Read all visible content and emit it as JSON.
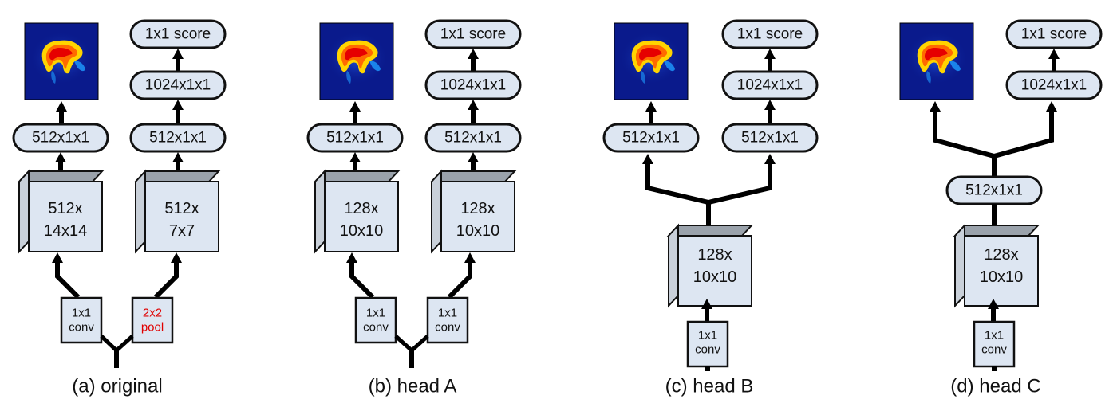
{
  "panels": [
    {
      "caption": "(a) original",
      "score": "1x1 score",
      "fc1024": "1024x1x1",
      "left_fc": "512x1x1",
      "right_fc": "512x1x1",
      "left_cube": [
        "512x",
        "14x14"
      ],
      "right_cube": [
        "512x",
        "7x7"
      ],
      "left_op": [
        "1x1",
        "conv"
      ],
      "right_op": [
        "2x2",
        "pool"
      ]
    },
    {
      "caption": "(b) head A",
      "score": "1x1 score",
      "fc1024": "1024x1x1",
      "left_fc": "512x1x1",
      "right_fc": "512x1x1",
      "left_cube": [
        "128x",
        "10x10"
      ],
      "right_cube": [
        "128x",
        "10x10"
      ],
      "left_op": [
        "1x1",
        "conv"
      ],
      "right_op": [
        "1x1",
        "conv"
      ]
    },
    {
      "caption": "(c) head B",
      "score": "1x1 score",
      "fc1024": "1024x1x1",
      "left_fc": "512x1x1",
      "right_fc": "512x1x1",
      "cube": [
        "128x",
        "10x10"
      ],
      "op": [
        "1x1",
        "conv"
      ]
    },
    {
      "caption": "(d) head C",
      "score": "1x1 score",
      "fc1024": "1024x1x1",
      "shared_fc": "512x1x1",
      "cube": [
        "128x",
        "10x10"
      ],
      "op": [
        "1x1",
        "conv"
      ]
    }
  ],
  "colors": {
    "box_fill": "#dde6f2",
    "cube_top": "#9aa2ab",
    "cube_side": "#c9d0d9",
    "pool_text": "#e00000",
    "heatmap_bg": "#0a1a8c"
  },
  "icons": {
    "mask": "segmentation-heatmap-icon"
  }
}
